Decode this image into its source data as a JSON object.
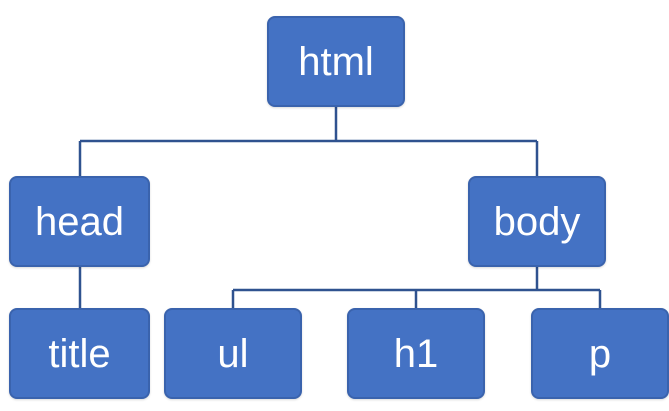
{
  "nodes": {
    "html": "html",
    "head": "head",
    "body": "body",
    "title": "title",
    "ul": "ul",
    "h1": "h1",
    "p": "p"
  },
  "colors": {
    "node_fill": "#4472c4",
    "node_border": "#3a63ad",
    "connector": "#2f528f",
    "text": "#ffffff"
  }
}
